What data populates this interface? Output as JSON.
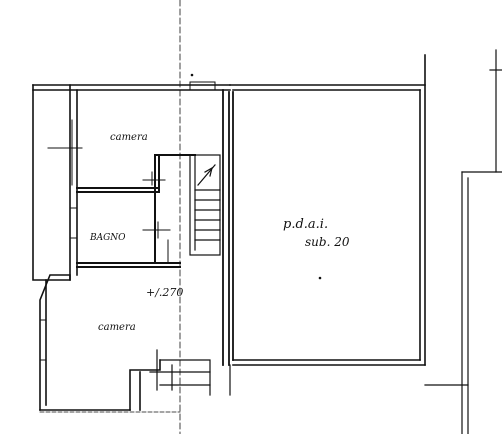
{
  "plan": {
    "rooms": {
      "camera_top": "camera",
      "bagno": "BAGNO",
      "camera_bottom": "camera",
      "right_line1": "p.d.a.i.",
      "right_line2": "sub. 20"
    },
    "level_mark": "+/.270",
    "colors": {
      "ink": "#111111",
      "hatch": "#555555"
    }
  }
}
